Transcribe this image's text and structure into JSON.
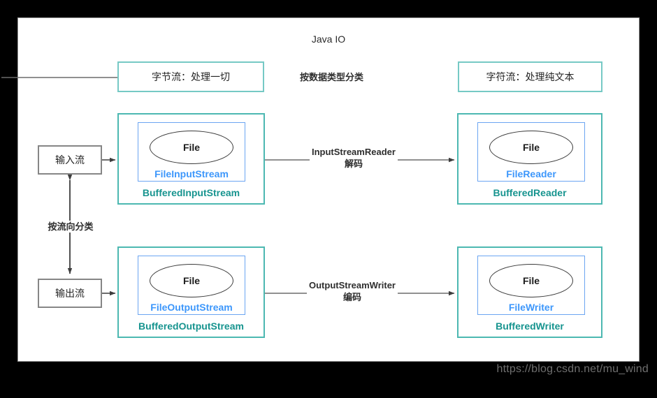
{
  "title": "Java IO",
  "watermark": "https://blog.csdn.net/mu_wind",
  "colors": {
    "teal_outer": "#4cb8b1",
    "teal_light": "#76c9c5",
    "teal_text": "#17948f",
    "blue_border": "#6ba5f2",
    "blue_text": "#3d97fb",
    "gray_border": "#868686",
    "line": "#6b6b6b"
  },
  "categories": {
    "byte_stream": "字节流：处理一切",
    "char_stream": "字符流：处理纯文本",
    "edge_label": "按数据类型分类"
  },
  "directions": {
    "input": "输入流",
    "output": "输出流",
    "edge_label": "按流向分类"
  },
  "nodes": [
    {
      "id": "buffered-input-stream",
      "ellipse": "File",
      "inner": "FileInputStream",
      "outer": "BufferedInputStream"
    },
    {
      "id": "buffered-reader",
      "ellipse": "File",
      "inner": "FileReader",
      "outer": "BufferedReader"
    },
    {
      "id": "buffered-output-stream",
      "ellipse": "File",
      "inner": "FileOutputStream",
      "outer": "BufferedOutputStream"
    },
    {
      "id": "buffered-writer",
      "ellipse": "File",
      "inner": "FileWriter",
      "outer": "BufferedWriter"
    }
  ],
  "edges": {
    "reader": {
      "main": "InputStreamReader",
      "sub": "解码"
    },
    "writer": {
      "main": "OutputStreamWriter",
      "sub": "编码"
    }
  }
}
